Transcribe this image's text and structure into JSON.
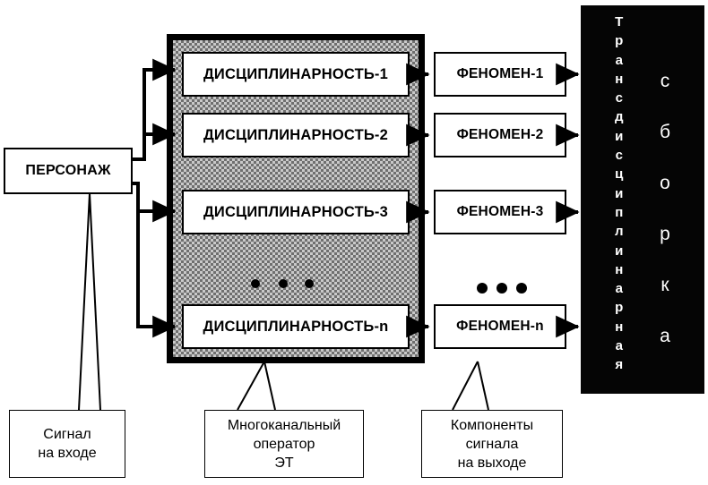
{
  "diagram": {
    "persona": {
      "label": "ПЕРСОНАЖ"
    },
    "operator": {
      "rows": [
        {
          "discipline": "ДИСЦИПЛИНАРНОСТЬ-1",
          "phenomenon": "ФЕНОМЕН-1"
        },
        {
          "discipline": "ДИСЦИПЛИНАРНОСТЬ-2",
          "phenomenon": "ФЕНОМЕН-2"
        },
        {
          "discipline": "ДИСЦИПЛИНАРНОСТЬ-3",
          "phenomenon": "ФЕНОМЕН-3"
        },
        {
          "discipline": "ДИСЦИПЛИНАРНОСТЬ-n",
          "phenomenon": "ФЕНОМЕН-n"
        }
      ],
      "ellipsis": "• • •"
    },
    "black_panel": {
      "vertical_text_primary": "Трансдисциплинарная",
      "vertical_text_secondary": "сборка",
      "background_color": "#050505",
      "text_color": "#ffffff"
    },
    "captions": {
      "input": {
        "line1": "Сигнал",
        "line2": "на входе"
      },
      "operator": {
        "line1": "Многоканальный",
        "line2": "оператор",
        "line3": "ЭТ"
      },
      "output": {
        "line1": "Компоненты",
        "line2": "сигнала",
        "line3": "на выходе"
      }
    },
    "colors": {
      "outline": "#000000",
      "container_fill": "#9a9a9a",
      "box_fill": "#ffffff"
    }
  }
}
